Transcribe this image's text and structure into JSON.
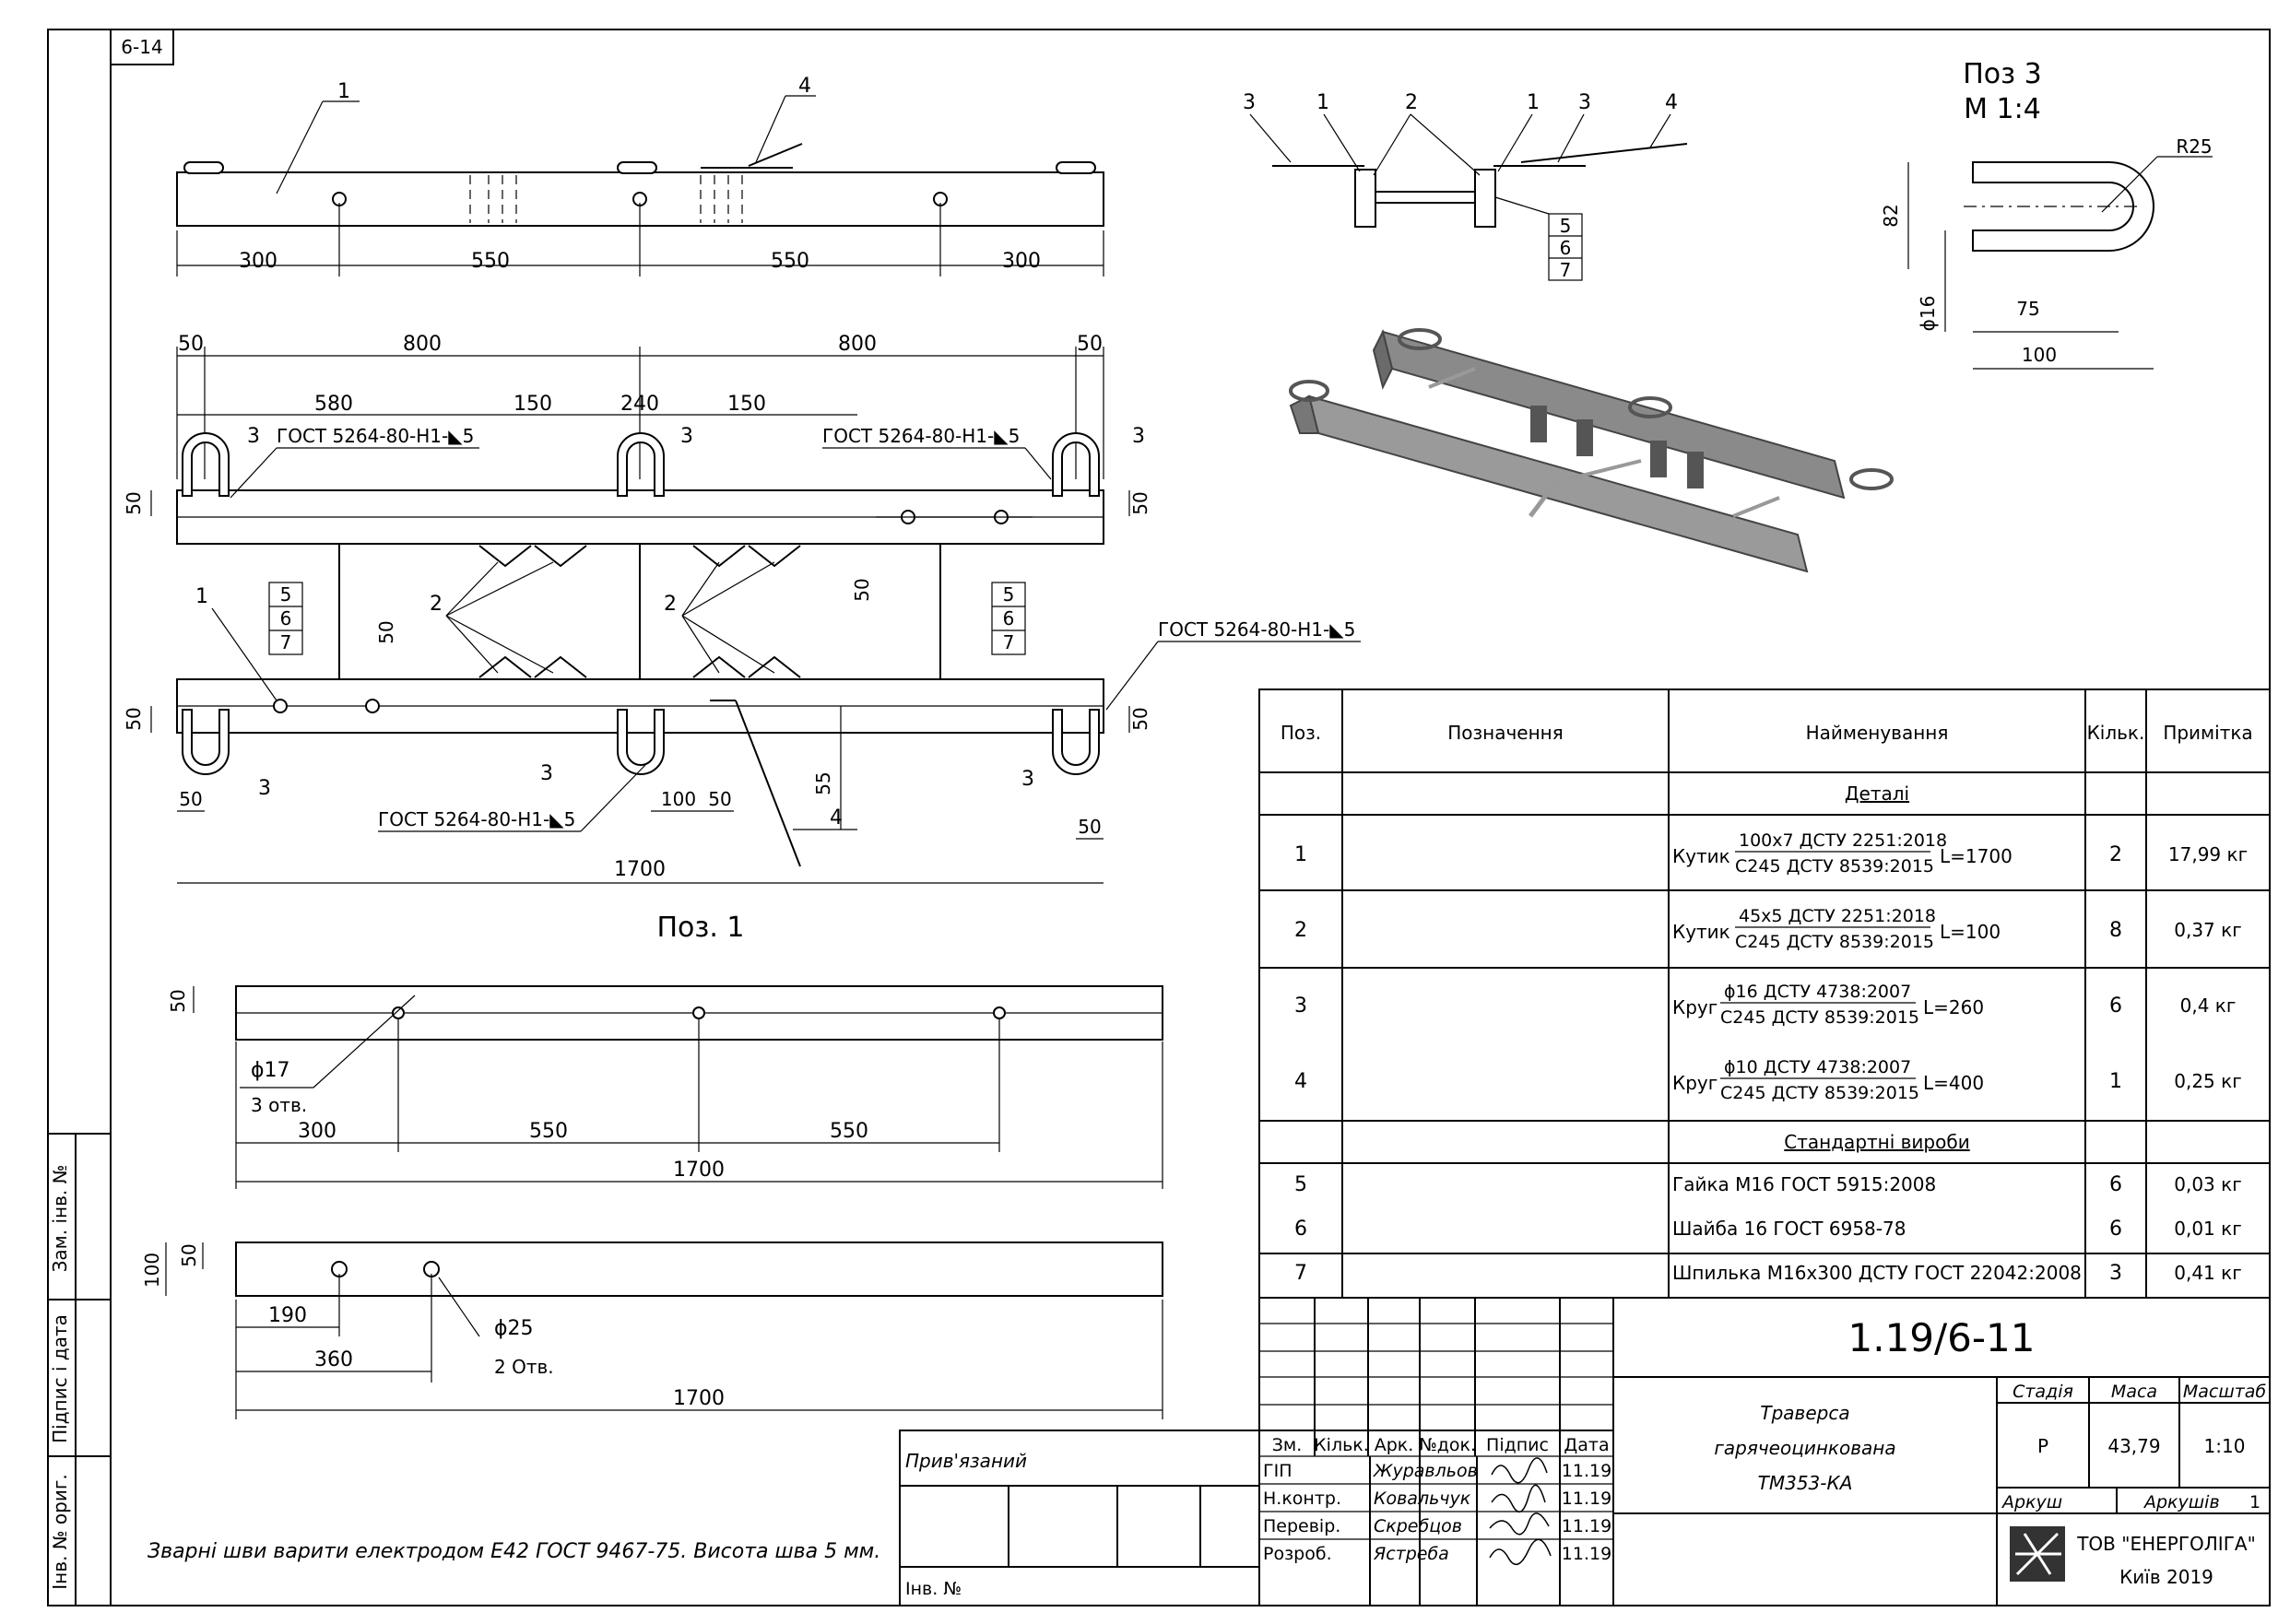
{
  "sheet_label": "6-14",
  "gost_weld": "ГОСТ 5264-80-Н1-◣5",
  "top_view": {
    "callouts": [
      "1",
      "4"
    ],
    "dims": [
      "300",
      "550",
      "550",
      "300"
    ]
  },
  "section": {
    "callouts": [
      "3",
      "1",
      "2",
      "1",
      "3",
      "4",
      "5",
      "6",
      "7"
    ]
  },
  "pos3": {
    "title": "Поз 3",
    "scale": "М 1:4",
    "radius": "R25",
    "dims": [
      "82",
      "ϕ16",
      "75",
      "100"
    ]
  },
  "plan": {
    "top_dims": [
      "50",
      "800",
      "800",
      "50"
    ],
    "second_dims": [
      "580",
      "150",
      "240",
      "150"
    ],
    "side_dims": [
      "50",
      "50",
      "50",
      "50",
      "50",
      "50",
      "50"
    ],
    "callouts_3": "3",
    "callout_1": "1",
    "callout_2": "2",
    "callout_4": "4",
    "stack": [
      "5",
      "6",
      "7"
    ],
    "bottom_dims": [
      "50",
      "100",
      "50",
      "55",
      "50",
      "1700"
    ],
    "title": "Поз. 1"
  },
  "detail1": {
    "dim_50": "50",
    "hole": "ϕ17",
    "hole_count": "3 отв.",
    "dims": [
      "300",
      "550",
      "550"
    ],
    "total": "1700"
  },
  "detail2": {
    "dim_100": "100",
    "dim_50": "50",
    "dims": [
      "190",
      "360"
    ],
    "hole": "ϕ25",
    "hole_count": "2 Отв.",
    "total": "1700"
  },
  "note": "Зварні шви варити електродом Е42 ГОСТ 9467-75. Висота шва 5 мм.",
  "spec": {
    "headers": [
      "Поз.",
      "Позначення",
      "Найменування",
      "Кільк.",
      "Примітка"
    ],
    "section_details": "Деталі",
    "section_standard": "Стандартні вироби",
    "rows": [
      {
        "pos": "1",
        "prefix": "Кутик",
        "line1": "100х7 ДСТУ 2251:2018",
        "line2": "С245 ДСТУ 8539:2015",
        "length": "L=1700",
        "qty": "2",
        "note": "17,99 кг"
      },
      {
        "pos": "2",
        "prefix": "Кутик",
        "line1": "45х5 ДСТУ 2251:2018",
        "line2": "С245 ДСТУ 8539:2015",
        "length": "L=100",
        "qty": "8",
        "note": "0,37 кг"
      },
      {
        "pos": "3",
        "prefix": "Круг",
        "line1": "ϕ16 ДСТУ 4738:2007",
        "line2": "С245 ДСТУ 8539:2015",
        "length": "L=260",
        "qty": "6",
        "note": "0,4 кг"
      },
      {
        "pos": "4",
        "prefix": "Круг",
        "line1": "ϕ10 ДСТУ 4738:2007",
        "line2": "С245 ДСТУ 8539:2015",
        "length": "L=400",
        "qty": "1",
        "note": "0,25 кг"
      }
    ],
    "std_rows": [
      {
        "pos": "5",
        "name": "Гайка М16 ГОСТ 5915:2008",
        "qty": "6",
        "note": "0,03 кг"
      },
      {
        "pos": "6",
        "name": "Шайба 16 ГОСТ 6958-78",
        "qty": "6",
        "note": "0,01 кг"
      },
      {
        "pos": "7",
        "name": "Шпилька М16х300 ДСТУ ГОСТ 22042:2008",
        "qty": "3",
        "note": "0,41 кг"
      }
    ]
  },
  "title_block": {
    "code": "1.19/6-11",
    "title_line1": "Траверса",
    "title_line2": "гарячеоцинкована",
    "title_line3": "ТМ353-КА",
    "stage_label": "Стадія",
    "mass_label": "Маса",
    "scale_label": "Масштаб",
    "stage": "Р",
    "mass": "43,79",
    "scale": "1:10",
    "sheet_label": "Аркуш",
    "sheets_label": "Аркушів",
    "sheets": "1",
    "company": "ТОВ \"ЕНЕРГОЛІГА\"",
    "city_year": "Київ 2019",
    "col_headers": [
      "Зм.",
      "Кільк.",
      "Арк.",
      "№док.",
      "Підпис",
      "Дата"
    ],
    "roles": [
      {
        "role": "ГІП",
        "name": "Журавльов",
        "date": "11.19"
      },
      {
        "role": "Н.контр.",
        "name": "Ковальчук",
        "date": "11.19"
      },
      {
        "role": "Перевір.",
        "name": "Скребцов",
        "date": "11.19"
      },
      {
        "role": "Розроб.",
        "name": "Ястреба",
        "date": "11.19"
      }
    ],
    "attached": "Прив'язаний",
    "inv_no": "Інв. №"
  },
  "side_stamp": [
    "Інв. № ориг.",
    "Підпис і дата",
    "Зам. інв. №"
  ]
}
